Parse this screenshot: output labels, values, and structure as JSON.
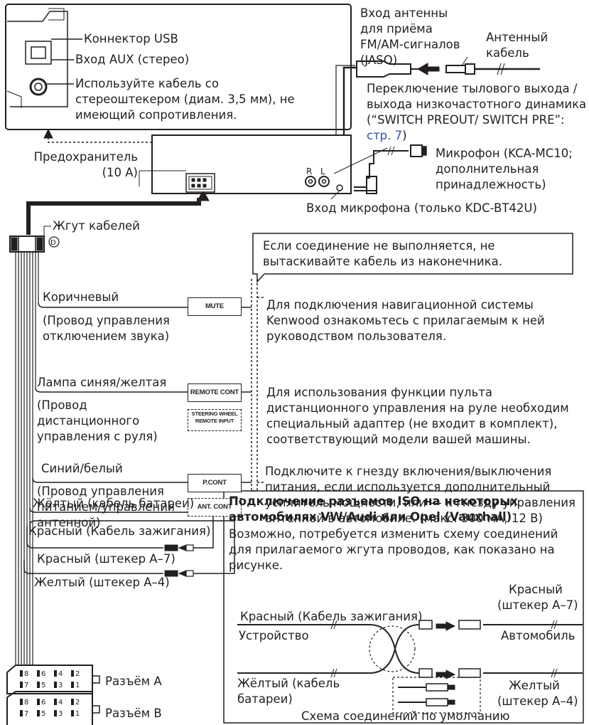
{
  "labels": {
    "usb_connector": "Коннектор USB",
    "aux_input": "Вход AUX (стерео)",
    "aux_note": "Используйте кабель со стереоштекером (диам. 3,5 мм), не имеющий сопротивления.",
    "antenna_input": "Вход антенны для приёма FM/AM-сигналов (JASO)",
    "antenna_cable": "Антенный кабель",
    "preout_switch": "Переключение тылового выхода / выхода низкочастотного динамика (“SWITCH PREOUT/ SWITCH PRE”:",
    "preout_link": "стр. 7",
    "preout_close": ")",
    "microphone": "Микрофон (KCA-MC10; дополнительная принадлежность)",
    "fuse": "Предохранитель (10 A)",
    "mic_input": "Вход микрофона (только KDC-BT42U)",
    "harness": "Жгут кабелей",
    "harness_badge": "D",
    "jack_r": "R",
    "jack_l": "L",
    "callout": "Если соединение не выполняется, не вытаскивайте кабель из наконечника.",
    "brown": "Коричневый",
    "brown_desc": "(Провод управления отключением звука)",
    "mute": "MUTE",
    "nav_note": "Для подключения навигационной системы Kenwood ознакомьтесь с прилагаемым к ней руководством пользователя.",
    "lamp": "Лампа синяя/желтая",
    "lamp_desc": "(Провод дистанционного управления с руля)",
    "remote_cont": "REMOTE CONT",
    "steering_wheel": "STEERING WHEEL REMOTE INPUT",
    "remote_note": "Для использования функции пульта дистанционного управления на руле необходим специальный адаптер (не входит в комплект), соответствующий модели вашей машины.",
    "blue_white": "Синий/белый",
    "blue_white_desc": "(Провод управления питанием/управления антенной)",
    "pcont": "P.CONT",
    "antcont": "ANT. CONT",
    "power_note": "Подключите к гнезду включения/выключения питания, если используется дополнительный усилитель мощности, или — к гнезду управления антенной в автомобиле. (макс. 300 мА, 12 В)",
    "yellow_battery": "Жёлтый (кабель батареи)",
    "red_ignition": "Красный (Кабель зажигания)",
    "red_a7": "Красный (штекер A–7)",
    "yellow_a4": "Желтый (штекер A–4)",
    "connector_a": "Разъём A",
    "connector_b": "Разъём B"
  },
  "pins": {
    "top": [
      "8",
      "6",
      "4",
      "2"
    ],
    "bottom": [
      "7",
      "5",
      "3",
      "1"
    ]
  },
  "iso_box": {
    "title": "Подключение разъемов ISO на некоторых автомобилях VW/Audi или Opel (Vauxhall)",
    "desc": "Возможно, потребуется изменить схему соединений для прилагаемого жгута проводов, как показано на рисунке.",
    "red_ignition": "Красный (Кабель зажигания)",
    "red": "Красный",
    "a7": "(штекер A–7)",
    "unit": "Устройство",
    "vehicle": "Автомобиль",
    "yellow_battery": "Жёлтый (кабель батареи)",
    "yellow": "Желтый",
    "a4": "(штекер A–4)",
    "default": "Схема соединений по умолчанию"
  }
}
